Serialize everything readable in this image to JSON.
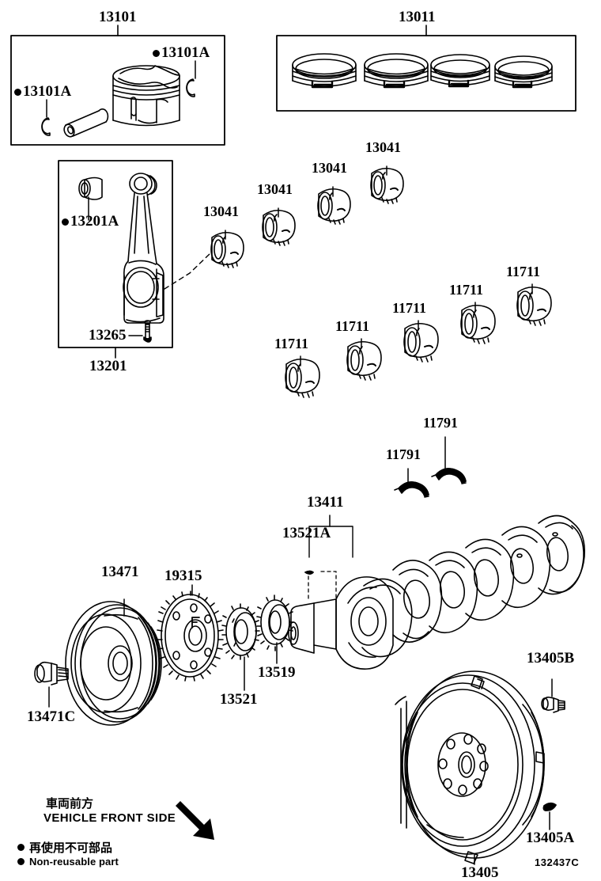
{
  "diagram": {
    "title_code": "132437C",
    "domain": "Toyota engine parts exploded diagram - crankshaft & piston"
  },
  "boxes": [
    {
      "id": "piston-box",
      "label": "13101"
    },
    {
      "id": "rings-box",
      "label": "13011"
    },
    {
      "id": "conrod-box",
      "label": "13201"
    }
  ],
  "labels": {
    "piston_pin_snapring_left": "13101A",
    "piston_pin_snapring_right": "13101A",
    "piston_assy": "13101",
    "piston_ring_set": "13011",
    "conrod_bushing": "13201A",
    "conrod_bolt": "13265",
    "conrod_assy": "13201",
    "conrod_bearings": [
      "13041",
      "13041",
      "13041",
      "13041"
    ],
    "main_bearings": [
      "11711",
      "11711",
      "11711",
      "11711",
      "11711"
    ],
    "thrust_washers": [
      "11791",
      "11791"
    ],
    "crankshaft": "13411",
    "crank_key": "13521A",
    "pulley": "13471",
    "pulley_bolt": "13471C",
    "timing_plate": "19315",
    "crank_timing_gear": "13521",
    "oil_pump_drive_gear": "13519",
    "flywheel": "13405",
    "flywheel_bolt": "13405B",
    "flywheel_pin": "13405A"
  },
  "legend": {
    "front_jp": "車両前方",
    "front_en": "VEHICLE FRONT SIDE",
    "nonreuse_jp": "再使用不可部品",
    "nonreuse_en": "Non-reusable part"
  },
  "colors": {
    "ink": "#000000",
    "paper": "#ffffff"
  }
}
